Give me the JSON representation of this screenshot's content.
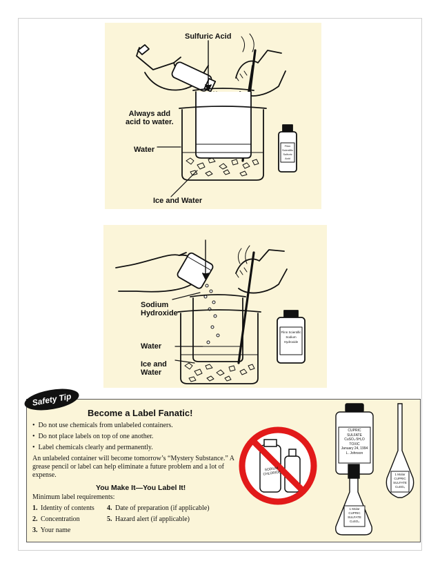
{
  "figure1": {
    "labels": {
      "acid": "Sulfuric Acid",
      "always_add": "Always add\nacid to water.",
      "water": "Water",
      "ice_and_water": "Ice and Water"
    },
    "bottle_label": [
      "Flinn Scientific",
      "Sulfuric",
      "Acid"
    ]
  },
  "figure2": {
    "labels": {
      "sodium_hydroxide": "Sodium\nHydroxide",
      "water": "Water",
      "ice_and_water": "Ice and\nWater"
    },
    "bottle_label": [
      "Flinn Scientific",
      "Sodium",
      "Hydroxide"
    ]
  },
  "safety_tip": {
    "badge": "Safety Tip",
    "title": "Become a Label Fanatic!",
    "bullets": [
      "Do not use chemicals from unlabeled containers.",
      "Do not place labels on top of one another.",
      "Label chemicals clearly and permanently."
    ],
    "paragraph": "An unlabeled container will become tomorrow’s “Mystery Substance.” A grease pencil or label can help eliminate a future problem and a lot of expense.",
    "subhead": "You Make It—You Label It!",
    "min_label": "Minimum label requirements:",
    "requirements": [
      {
        "num": "1.",
        "text": "Identity of contents"
      },
      {
        "num": "2.",
        "text": "Concentration"
      },
      {
        "num": "3.",
        "text": "Your name"
      },
      {
        "num": "4.",
        "text": "Date of preparation (if applicable)"
      },
      {
        "num": "5.",
        "text": "Hazard alert (if applicable)"
      }
    ],
    "prohibited_label": "SODIUM CHLORIDE",
    "bottle_cupric_label": [
      "CUPRIC",
      "SULFATE",
      "CuSO₄·5H₂O",
      "TOXIC",
      "January 24, 1994",
      "L. Johnson"
    ],
    "flask_label": [
      "1 Molar",
      "CUPRIC",
      "SULFATE",
      "CuSO₄"
    ],
    "volumetric_label": [
      "1 Molar",
      "CUPRIC",
      "SULFATE",
      "CuSO₄"
    ]
  }
}
